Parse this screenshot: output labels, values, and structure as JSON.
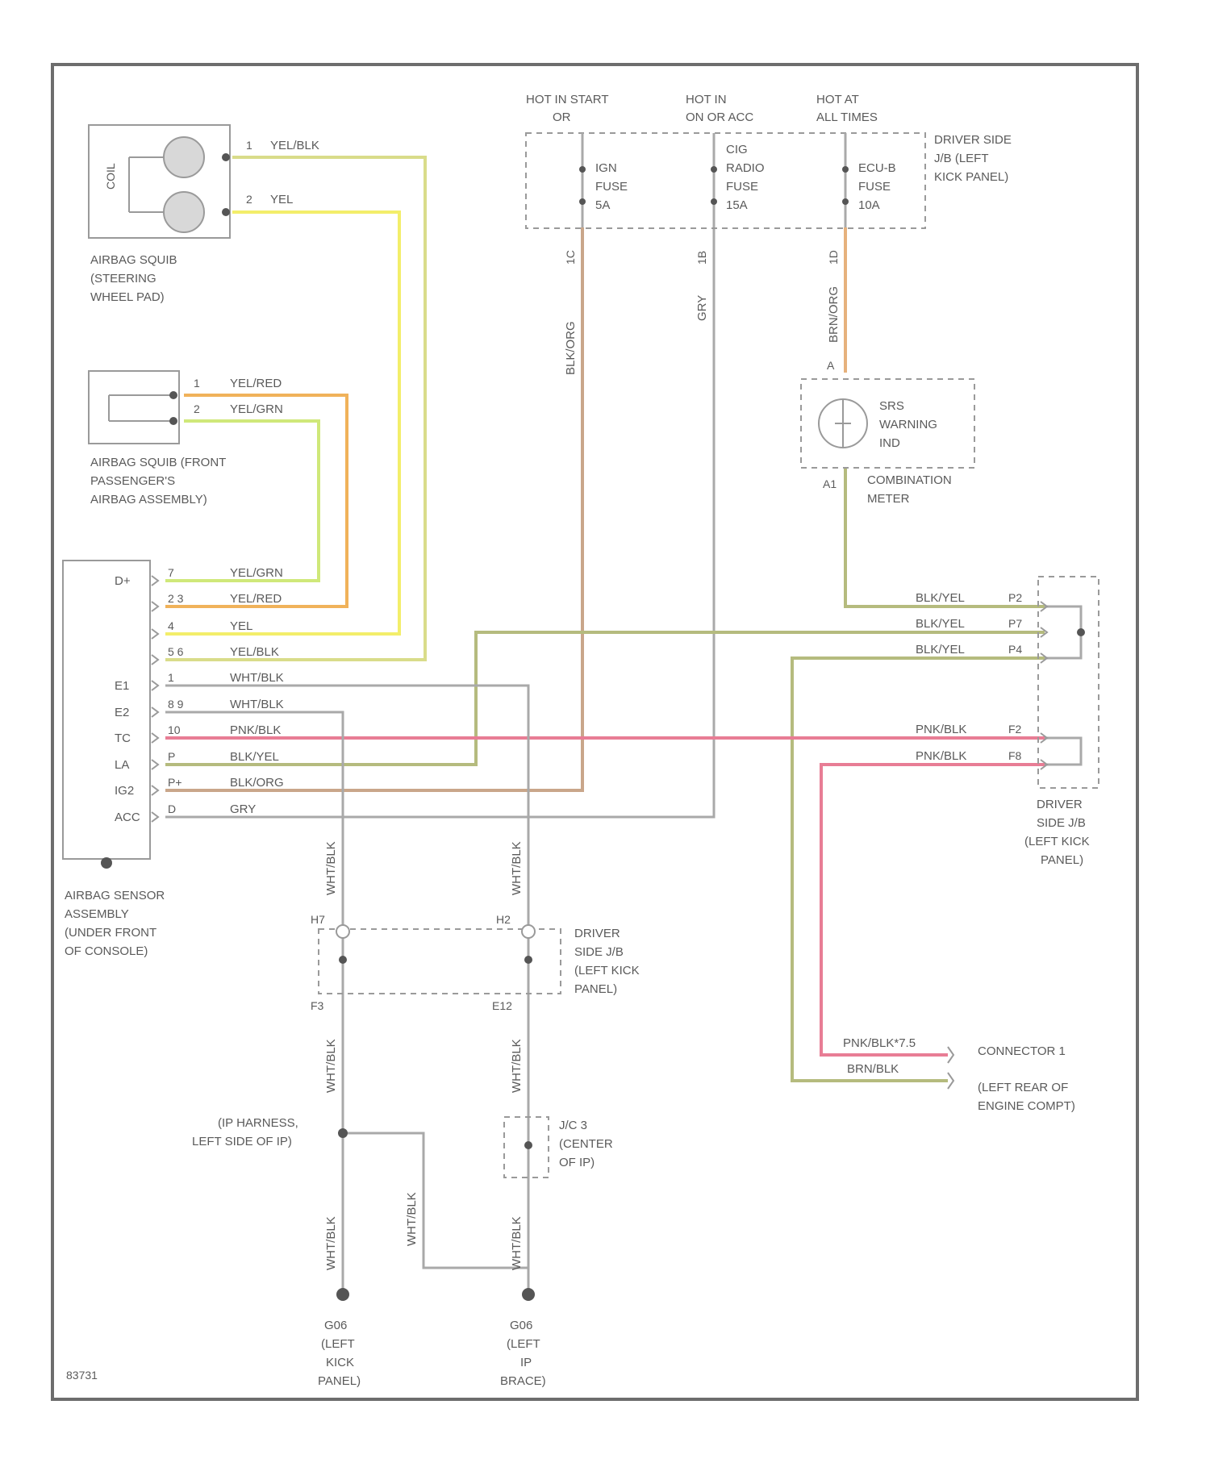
{
  "colors": {
    "yel_blk": "#d9dc8a",
    "yel": "#f3ee6a",
    "yel_red": "#f0b25a",
    "yel_grn": "#cfe87a",
    "blk_org": "#c9a68a",
    "blk_yel": "#b5bb7e",
    "pnk_blk": "#e87d95",
    "gry": "#c9c9c9",
    "wht_blk": "#bdbdbd",
    "orange_wire": "#e6b17c"
  },
  "components": {
    "steering_squib": {
      "label_1": "AIRBAG SQUIB",
      "label_2": "(STEERING",
      "label_3": "WHEEL PAD)",
      "inner": "COIL",
      "pin1": "1",
      "pin2": "2",
      "wire1": "YEL/BLK",
      "wire2": "YEL"
    },
    "passenger_squib": {
      "label_1": "AIRBAG SQUIB (FRONT",
      "label_2": "PASSENGER'S",
      "label_3": "AIRBAG ASSEMBLY)",
      "pin1": "1",
      "pin2": "2",
      "wire1": "YEL/RED",
      "wire2": "YEL/GRN"
    },
    "fuse_header": {
      "h1_1": "HOT IN START",
      "h1_2": "OR",
      "h2_1": "HOT IN",
      "h2_2": "ON OR ACC",
      "h3_1": "HOT AT",
      "h3_2": "ALL TIMES"
    },
    "fuses": [
      {
        "l1": "IGN",
        "l2": "FUSE",
        "l3": "5A"
      },
      {
        "l1": "CIG",
        "l2": "RADIO",
        "l3": "FUSE",
        "l4": "15A"
      },
      {
        "l1": "ECU-B",
        "l2": "FUSE",
        "l3": "10A"
      }
    ],
    "jb_top": {
      "l1": "DRIVER SIDE",
      "l2": "J/B (LEFT",
      "l3": "KICK PANEL)"
    },
    "fuse_wires": {
      "w1": "BLK/ORG",
      "w2": "GRY",
      "w3": "BRN/ORG",
      "c1": "1C",
      "c2": "1B",
      "c3": "1D"
    },
    "srs_lamp": {
      "l1": "SRS",
      "l2": "WARNING",
      "l3": "IND",
      "meter_1": "COMBINATION",
      "meter_2": "METER",
      "pin_top": "A",
      "pin_bottom": "A1"
    },
    "sensor": {
      "label_1": "AIRBAG SENSOR",
      "label_2": "ASSEMBLY",
      "label_3": "(UNDER FRONT",
      "label_4": "OF CONSOLE)",
      "terminals": [
        "D+",
        "",
        "",
        "",
        "E1",
        "E2",
        "TC",
        "LA",
        "IG2",
        "ACC"
      ],
      "pins": [
        "7",
        "2 3",
        "4",
        "5 6",
        "1",
        "8 9",
        "10",
        "P",
        "P+",
        "D"
      ],
      "wires": [
        "YEL/GRN",
        "YEL/RED",
        "YEL",
        "YEL/BLK",
        "WHT/BLK",
        "WHT/BLK",
        "PNK/BLK",
        "BLK/YEL",
        "BLK/ORG",
        "GRY"
      ]
    },
    "jb_right": {
      "wires": [
        "BLK/YEL",
        "BLK/YEL",
        "BLK/YEL",
        "PNK/BLK",
        "PNK/BLK"
      ],
      "pins": [
        "P2",
        "P7",
        "P4",
        "F2",
        "F8"
      ],
      "l1": "DRIVER",
      "l2": "SIDE J/B",
      "l3": "(LEFT KICK",
      "l4": "PANEL)"
    },
    "jb_lower": {
      "l1": "DRIVER",
      "l2": "SIDE J/B",
      "l3": "(LEFT KICK",
      "l4": "PANEL)",
      "p1": "H7",
      "p2": "H2",
      "p3": "F3",
      "p4": "E12"
    },
    "wire_labels": {
      "wht_blk": "WHT/BLK"
    },
    "ip_harness": {
      "l1": "(IP HARNESS,",
      "l2": "LEFT SIDE OF IP)"
    },
    "jc": {
      "l1": "J/C 3",
      "l2": "(CENTER",
      "l3": "OF IP)"
    },
    "connector": {
      "w1": "PNK/BLK*7.5",
      "w2": "BRN/BLK",
      "l1": "CONNECTOR 1",
      "l2": "(LEFT REAR OF",
      "l3": "ENGINE COMPT)"
    },
    "grounds": [
      {
        "l1": "G06",
        "l2": "(LEFT",
        "l3": "KICK",
        "l4": "PANEL)"
      },
      {
        "l1": "G06",
        "l2": "(LEFT",
        "l3": "IP",
        "l4": "BRACE)"
      }
    ],
    "figure_id": "83731"
  }
}
